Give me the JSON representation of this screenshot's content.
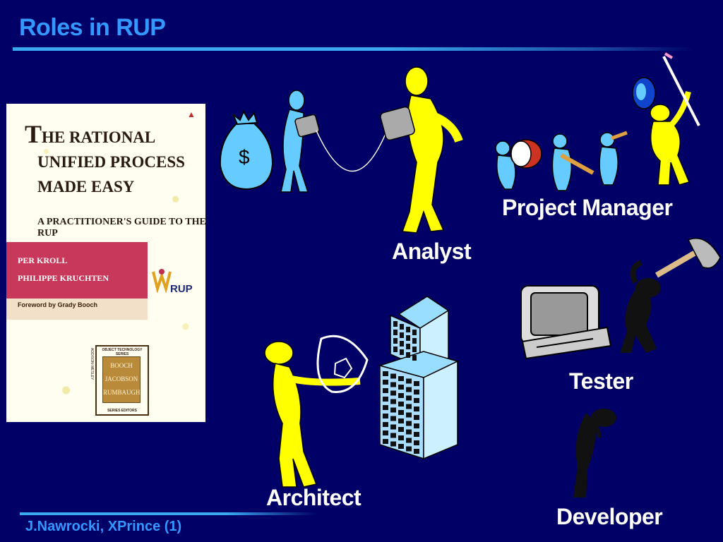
{
  "slide": {
    "title": "Roles in RUP",
    "footer": "J.Nawrocki, XPrince (1)"
  },
  "roles": {
    "analyst": "Analyst",
    "project_manager": "Project Manager",
    "tester": "Tester",
    "architect": "Architect",
    "developer": "Developer"
  },
  "book": {
    "title_first_letter": "T",
    "title_line1": "HE RATIONAL",
    "title_line2": "UNIFIED PROCESS",
    "title_line3": "MADE EASY",
    "subtitle": "A PRACTITIONER'S GUIDE TO THE RUP",
    "author1": "PER KROLL",
    "author2": "PHILIPPE KRUCHTEN",
    "foreword": "Foreword by Grady Booch",
    "rup_logo": "RUP",
    "series_top": "OBJECT TECHNOLOGY SERIES",
    "series_names": [
      "BOOCH",
      "JACOBSON",
      "RUMBAUGH"
    ],
    "series_bottom": "SERIES EDITORS",
    "publisher": "ADDISON-WESLEY"
  },
  "colors": {
    "background": "#000066",
    "title": "#3399ff",
    "label": "#ffffff",
    "figure_yellow": "#ffff00",
    "figure_blue": "#66ccff"
  }
}
